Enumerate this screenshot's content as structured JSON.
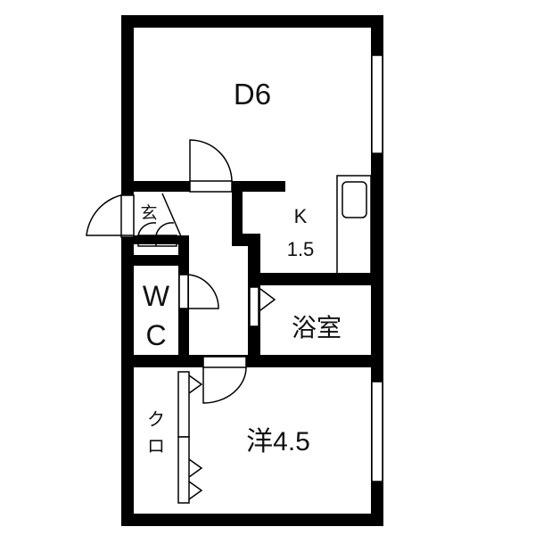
{
  "diagram": {
    "type": "floor-plan",
    "colors": {
      "wall": "#000000",
      "background": "#ffffff"
    },
    "rooms": [
      {
        "id": "dining",
        "label": "D6"
      },
      {
        "id": "kitchen",
        "label_line1": "K",
        "label_line2": "1.5"
      },
      {
        "id": "bath",
        "label": "浴室"
      },
      {
        "id": "toilet",
        "label_line1": "W",
        "label_line2": "C"
      },
      {
        "id": "entrance",
        "label": "玄"
      },
      {
        "id": "closet",
        "label_line1": "ク",
        "label_line2": "ロ"
      },
      {
        "id": "western-room",
        "label": "洋4.5"
      }
    ]
  }
}
